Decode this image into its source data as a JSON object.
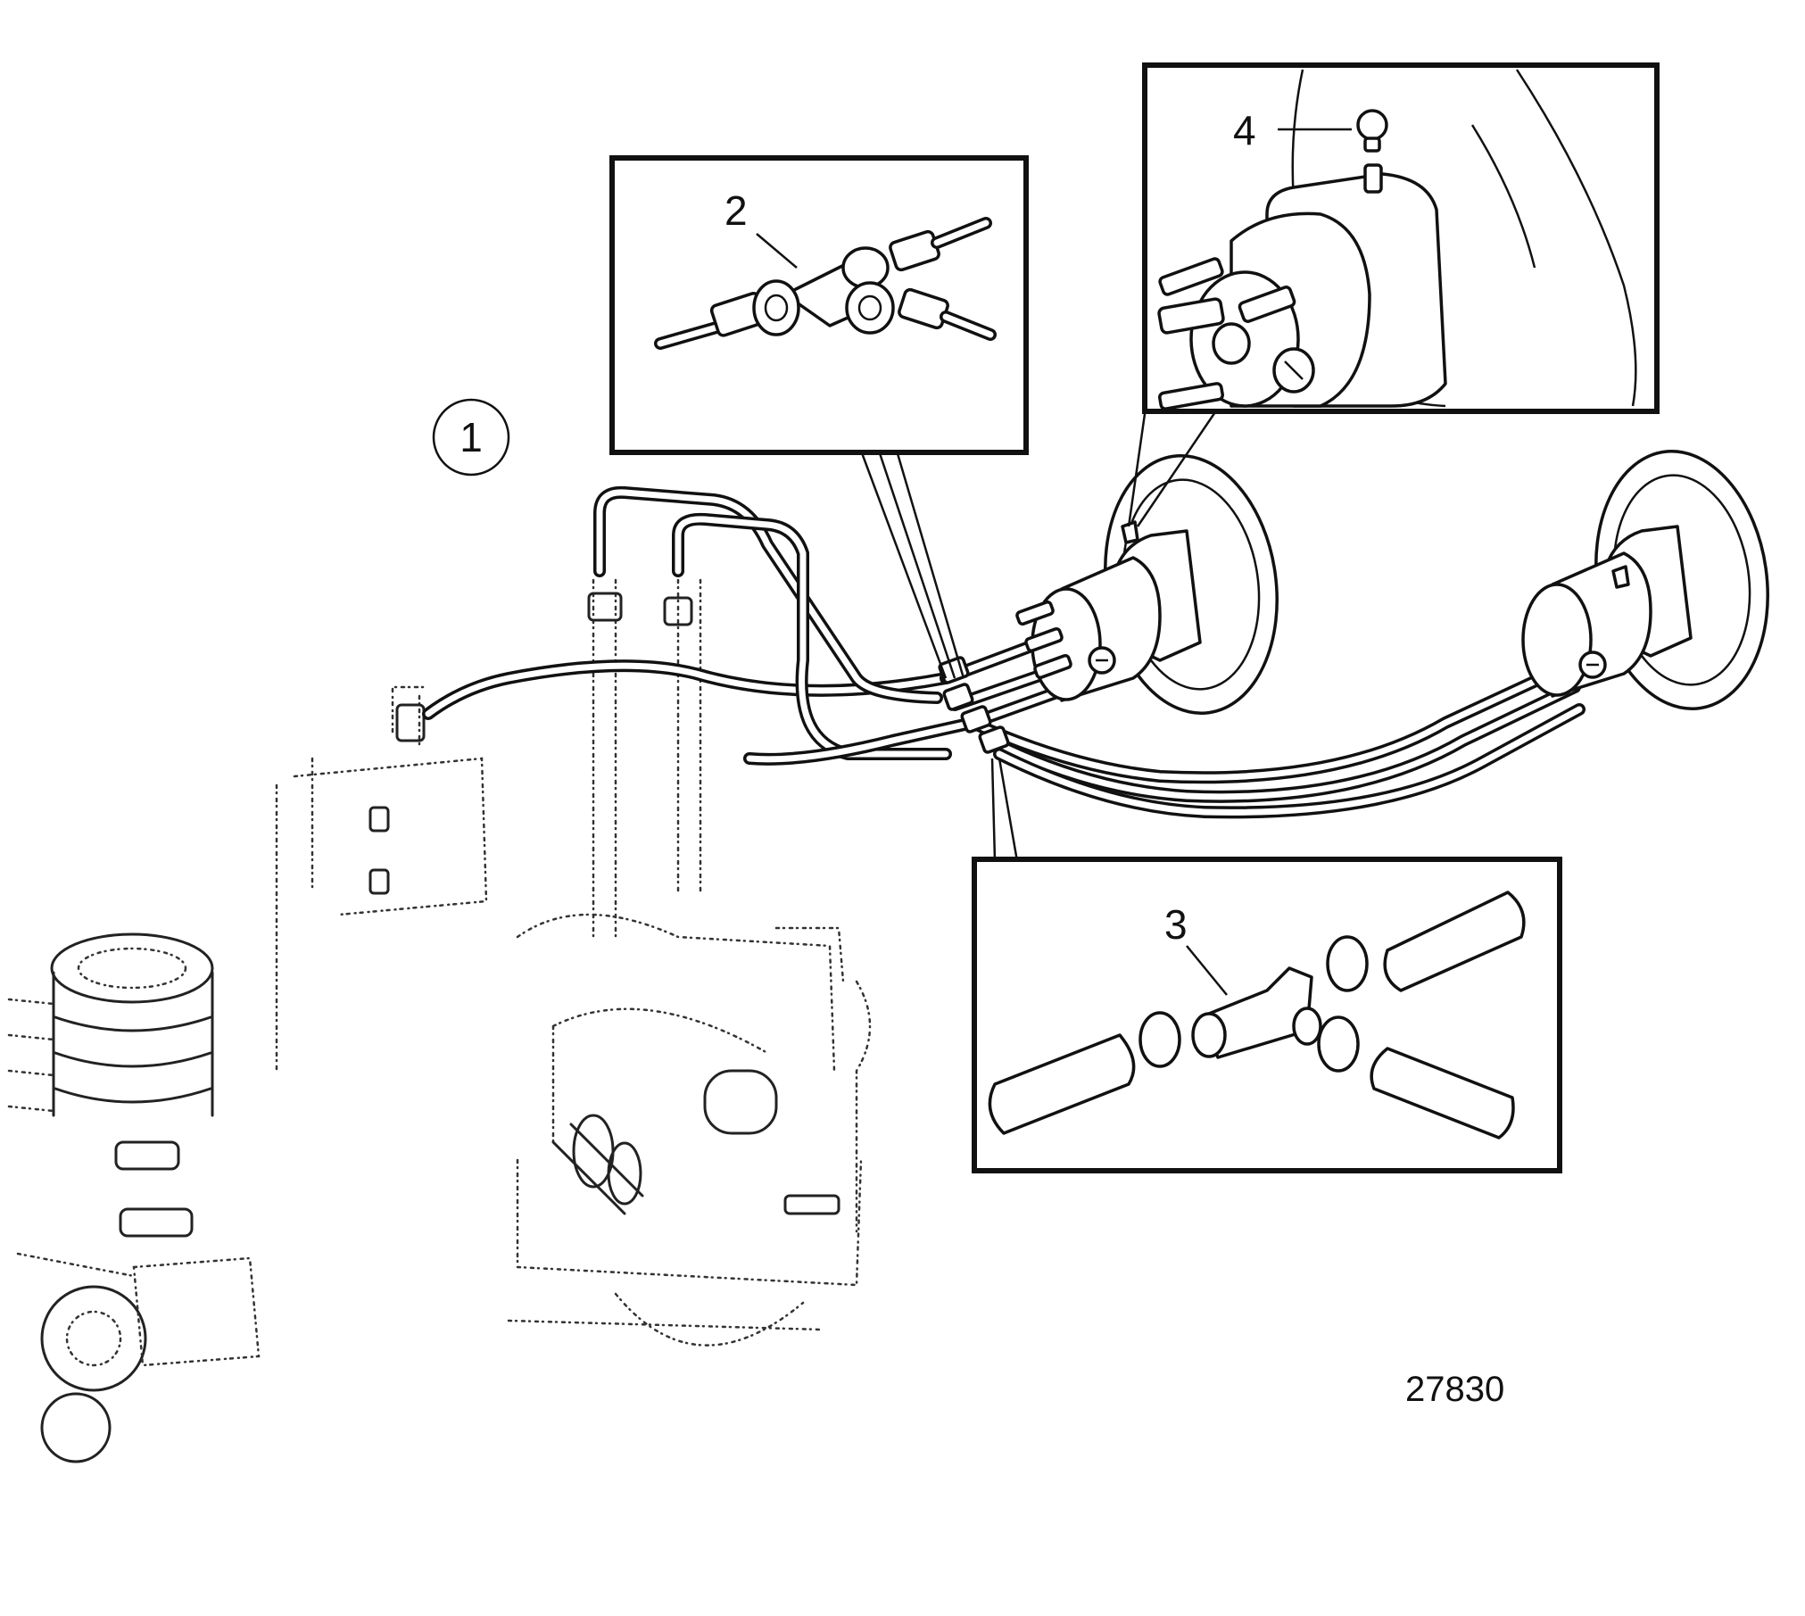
{
  "callouts": {
    "one": "1",
    "two": "2",
    "three": "3",
    "four": "4"
  },
  "figure_number": "27830",
  "colors": {
    "ink": "#111111",
    "paper": "#ffffff"
  }
}
